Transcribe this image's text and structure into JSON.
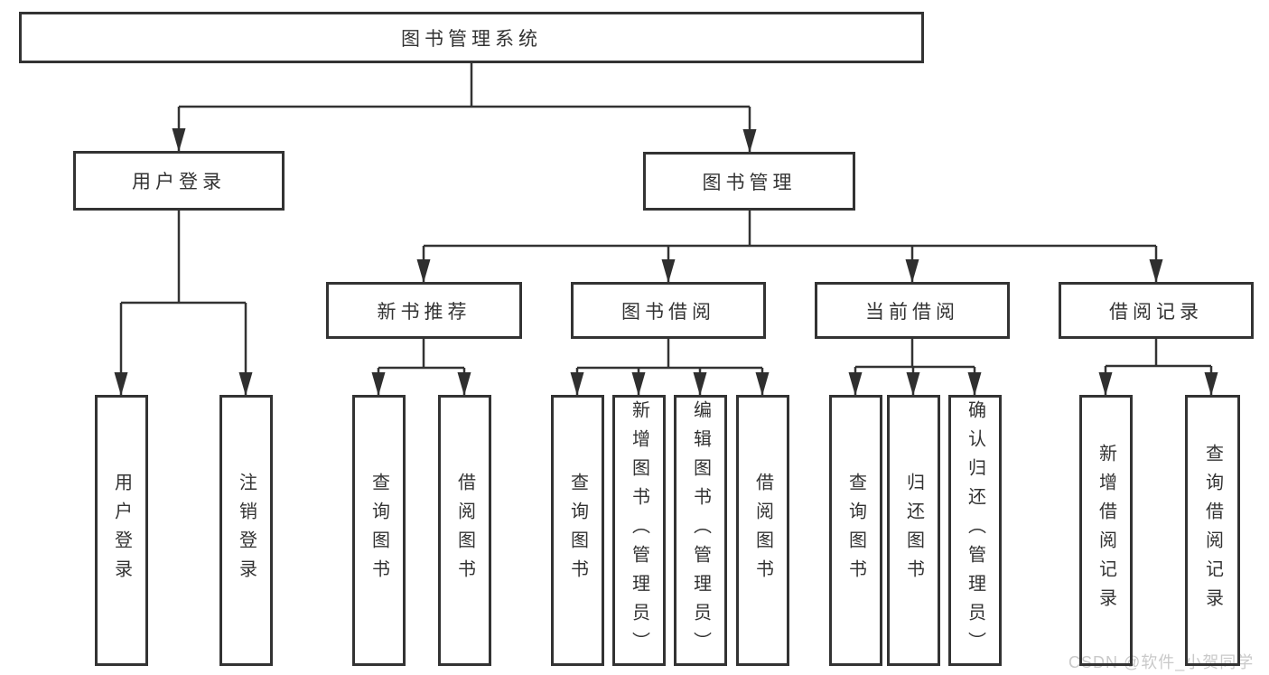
{
  "colors": {
    "line": "#333333",
    "border": "#333333",
    "text": "#333333",
    "background": "#ffffff",
    "watermark": "#c9c9c9"
  },
  "tree": {
    "root": {
      "label": "图书管理系统"
    },
    "branches": [
      {
        "label": "用户登录",
        "children": [
          {
            "label": "用户登录"
          },
          {
            "label": "注销登录"
          }
        ]
      },
      {
        "label": "图书管理",
        "children": [
          {
            "label": "新书推荐",
            "children": [
              {
                "label": "查询图书"
              },
              {
                "label": "借阅图书"
              }
            ]
          },
          {
            "label": "图书借阅",
            "children": [
              {
                "label": "查询图书"
              },
              {
                "label": "新增图书（管理员）"
              },
              {
                "label": "编辑图书（管理员）"
              },
              {
                "label": "借阅图书"
              }
            ]
          },
          {
            "label": "当前借阅",
            "children": [
              {
                "label": "查询图书"
              },
              {
                "label": "归还图书"
              },
              {
                "label": "确认归还（管理员）"
              }
            ]
          },
          {
            "label": "借阅记录",
            "children": [
              {
                "label": "新增借阅记录"
              },
              {
                "label": "查询借阅记录"
              }
            ]
          }
        ]
      }
    ]
  },
  "watermark": "CSDN @软件_小贺同学"
}
